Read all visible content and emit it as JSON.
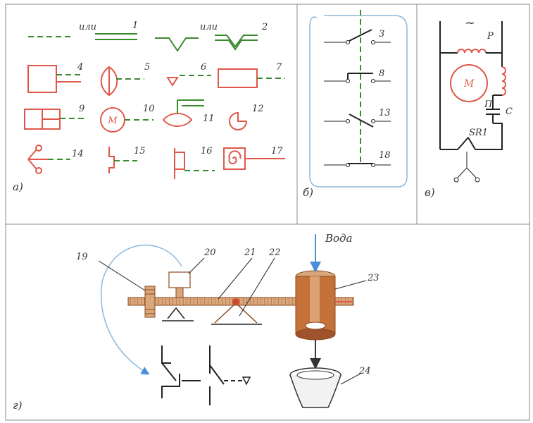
{
  "labels": {
    "ili_1": "или",
    "ili_2": "или",
    "n1": "1",
    "n2": "2",
    "n3": "3",
    "n4": "4",
    "n5": "5",
    "n6": "6",
    "n7": "7",
    "n8": "8",
    "n9": "9",
    "n10": "10",
    "n11": "11",
    "n12": "12",
    "n13": "13",
    "n14": "14",
    "n15": "15",
    "n16": "16",
    "n17": "17",
    "n18": "18",
    "n19": "19",
    "n20": "20",
    "n21": "21",
    "n22": "22",
    "n23": "23",
    "n24": "24",
    "motor_a": "М",
    "motor_v": "М",
    "coil_p": "Р",
    "contact_p": "П",
    "capacitor_c": "С",
    "switch_sr1": "SR1",
    "ac_symbol": "~",
    "water": "Вода",
    "panel_a": "а)",
    "panel_b": "б)",
    "panel_v": "в)",
    "panel_g": "г)"
  },
  "colors": {
    "green": "#3a8a2e",
    "red": "#e0574a",
    "black": "#222222",
    "blue": "#4a90d9",
    "brown": "#a0522d",
    "tan": "#d9a77a"
  }
}
